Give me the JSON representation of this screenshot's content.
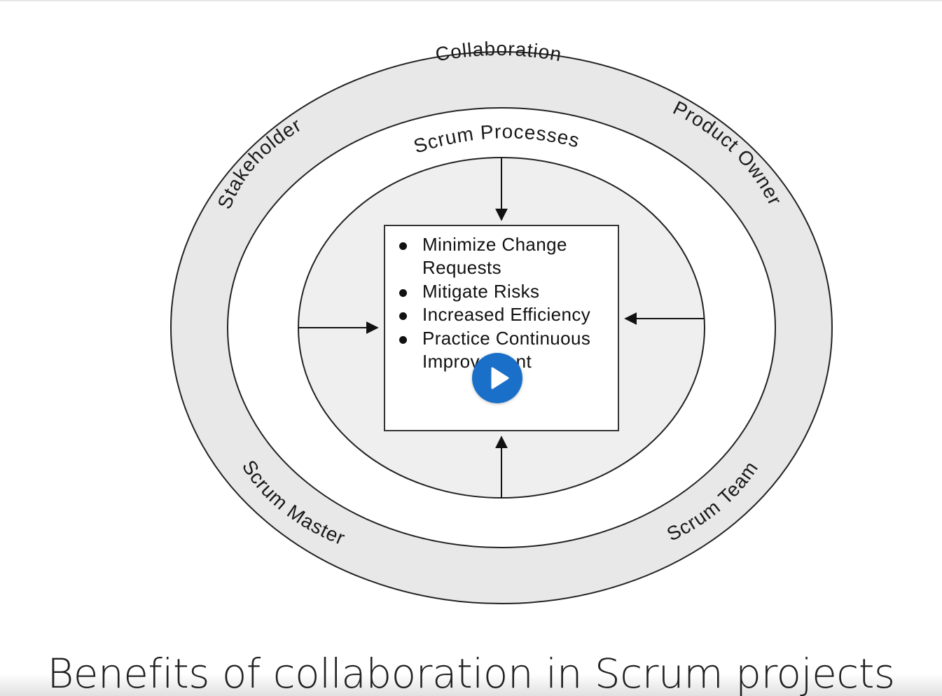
{
  "diagram": {
    "outer_ring_labels": {
      "top": "Collaboration",
      "upper_left": "Stakeholder",
      "upper_right": "Product Owner",
      "lower_left": "Scrum Master",
      "lower_right": "Scrum Team"
    },
    "inner_label": "Scrum Processes",
    "benefits": [
      "Minimize Change Requests",
      "Mitigate Risks",
      "Increased Efficiency",
      "Practice Continuous Improvement"
    ]
  },
  "caption": "Benefits of collaboration in Scrum projects",
  "video": {
    "play_icon": "play-icon",
    "accent_color": "#1a6fc9"
  }
}
